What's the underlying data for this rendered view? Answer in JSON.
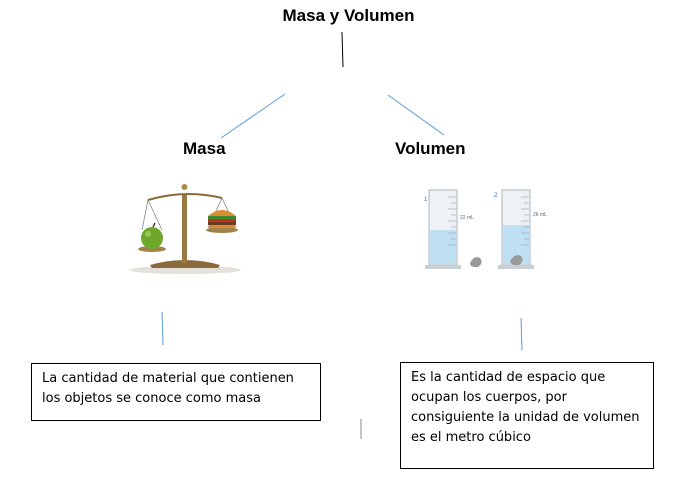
{
  "diagram": {
    "title": "Masa y Volumen",
    "left": {
      "heading": "Masa",
      "image": "balance-scale-apple-burger",
      "definition": "La cantidad de material que contienen los objetos se conoce como masa"
    },
    "right": {
      "heading": "Volumen",
      "image": "graduated-cylinders-rock",
      "labels": [
        "1",
        "22 mL",
        "2",
        "26 mL"
      ],
      "definition": "Es la cantidad de espacio que ocupan los cuerpos, por consiguiente la unidad de volumen es el metro cúbico"
    },
    "colors": {
      "connector": "#5b9bd5",
      "text": "#000000"
    }
  }
}
